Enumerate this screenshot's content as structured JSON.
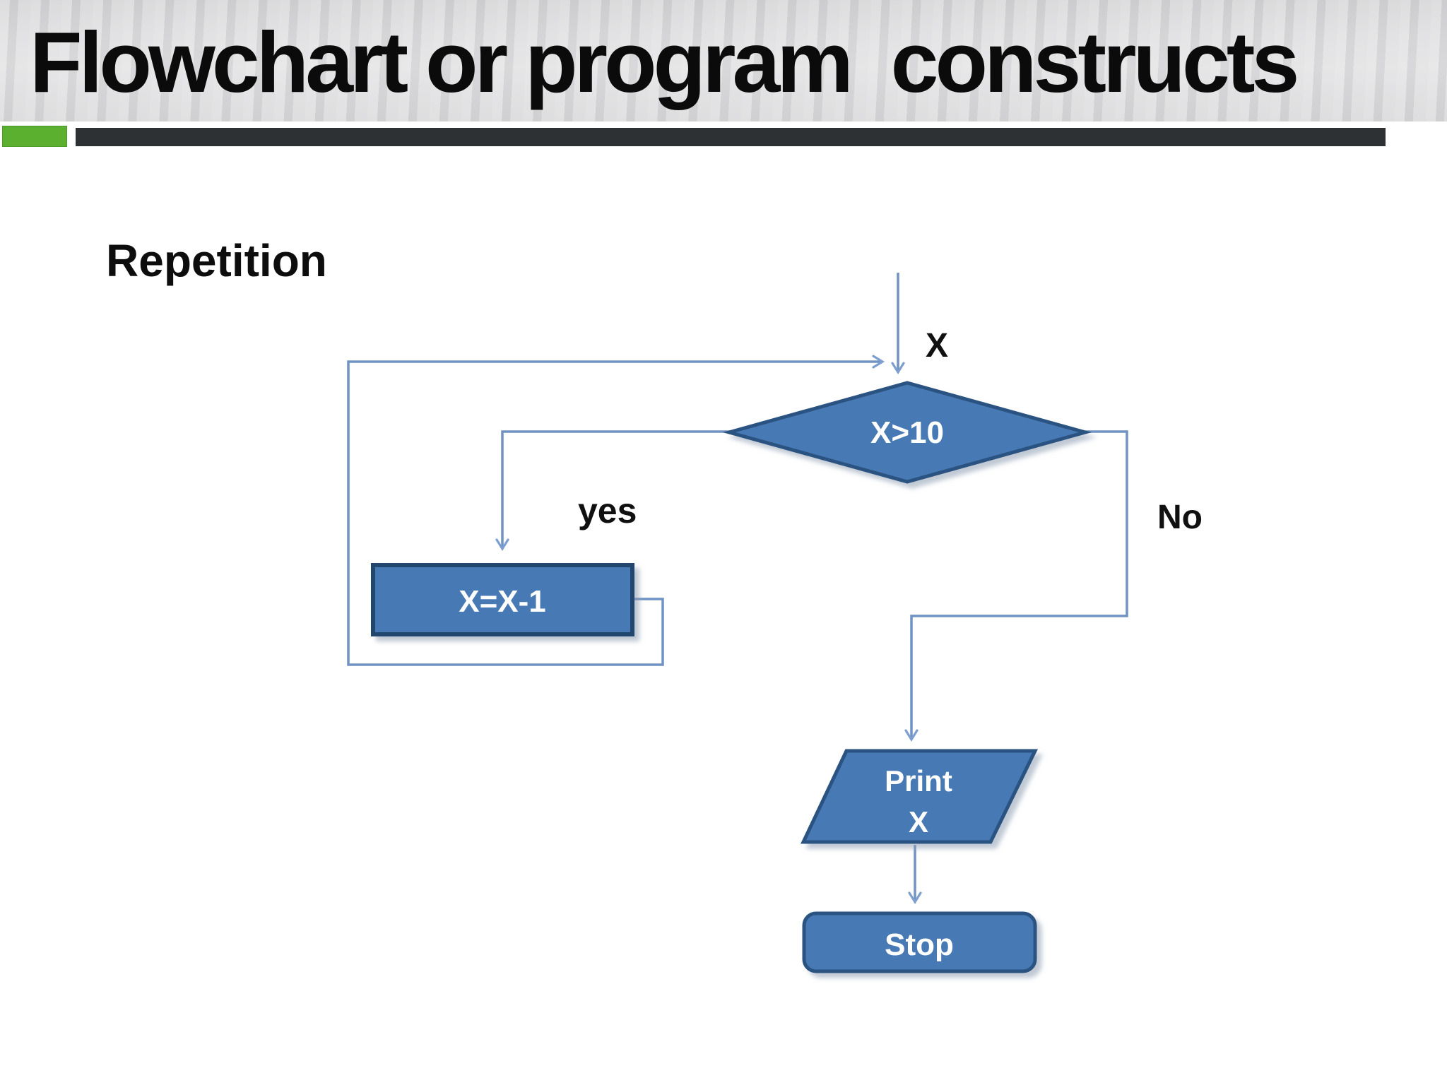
{
  "slide": {
    "title": "Flowchart or program  constructs",
    "section_label": "Repetition"
  },
  "flowchart": {
    "entry_label": "X",
    "decision_label": "X>10",
    "yes_label": "yes",
    "no_label": "No",
    "process_label": "X=X-1",
    "output_label_line1": "Print",
    "output_label_line2": "X",
    "terminator_label": "Stop"
  },
  "colors": {
    "shape_fill": "#4779b4",
    "shape_border": "#2b5381",
    "connector_blue": "#7193c4",
    "arrowhead_blue": "#7d9fd0",
    "accent_green": "#5bb12f",
    "accent_dark_bar": "#2e3133",
    "header_gray": "#dcdcde",
    "title_text": "#0b0b0b",
    "shape_text": "#ffffff"
  }
}
